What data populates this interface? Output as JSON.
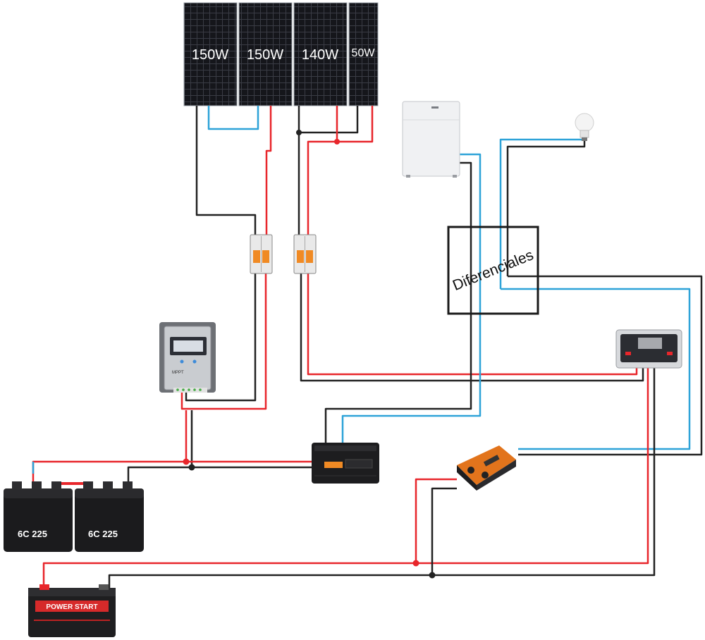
{
  "panels": [
    {
      "label": "150W"
    },
    {
      "label": "150W"
    },
    {
      "label": "140W"
    },
    {
      "label": "50W"
    }
  ],
  "differentials": {
    "label": "Diferenciales"
  },
  "batteries": [
    {
      "label": "6C 225"
    },
    {
      "label": "6C 225"
    }
  ],
  "starter_battery": {
    "label": "POWER START"
  },
  "mppt": {
    "label": "MPPT"
  },
  "colors": {
    "positive_wire": "#e8262b",
    "negative_wire": "#222222",
    "ac_live_wire": "#2ea3d8",
    "solar_panel": "#16171c",
    "breaker_orange": "#f08a24"
  }
}
